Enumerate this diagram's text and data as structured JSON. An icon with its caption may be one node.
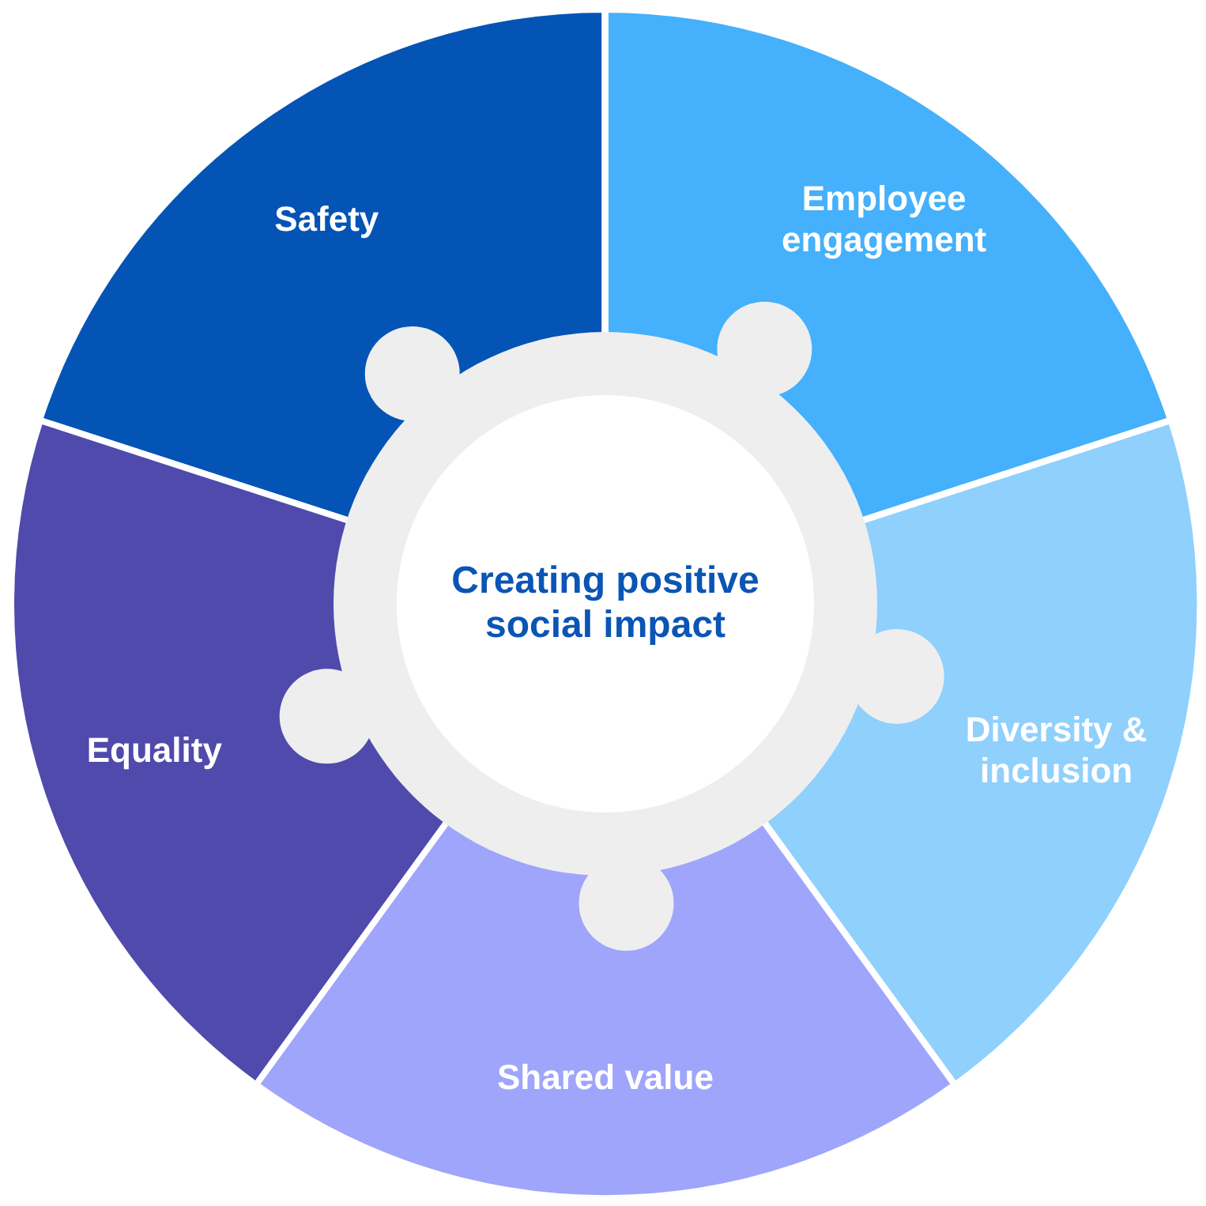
{
  "diagram": {
    "nodes": [
      {
        "text": [
          "Safety"
        ]
      },
      {
        "text": [
          "Employee engagement"
        ]
      },
      {
        "text": [
          "Creating positive social impact"
        ]
      },
      {
        "text": [
          "Equality"
        ]
      },
      {
        "text": [
          "Diversity & inclusion"
        ]
      },
      {
        "text": [
          "Shared value"
        ]
      }
    ]
  }
}
